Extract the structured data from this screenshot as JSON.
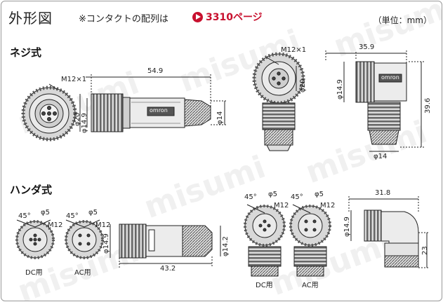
{
  "header": {
    "title": "外形図",
    "note": "※コンタクトの配列は",
    "link_text": "3310ページ",
    "unit": "（単位：mm）"
  },
  "sections": {
    "screw": "ネジ式",
    "solder": "ハンダ式"
  },
  "screw_straight": {
    "thread": "M12×1",
    "length": "54.9",
    "dia_outer": "φ20",
    "dia_body": "φ14.9",
    "dia_tail": "φ14",
    "label": "omron"
  },
  "screw_angle": {
    "thread": "M12×1",
    "width": "35.9",
    "dia_outer": "φ20",
    "dia_body": "φ14.9",
    "height": "39.6",
    "dia_tail": "φ14",
    "label": "omron"
  },
  "solder_face_dc": {
    "angle": "45°",
    "dia": "φ5",
    "thread": "M12",
    "caption": "DC用"
  },
  "solder_face_ac": {
    "angle": "45°",
    "dia": "φ5",
    "thread": "M12",
    "caption": "AC用"
  },
  "solder_straight": {
    "dia_body": "φ14.9",
    "dia_tail": "φ14.2",
    "length": "43.2"
  },
  "solder_angle_face_dc": {
    "angle": "45°",
    "dia": "φ5",
    "thread": "M12",
    "caption": "DC用"
  },
  "solder_angle_face_ac": {
    "angle": "45°",
    "dia": "φ5",
    "thread": "M12",
    "caption": "AC用"
  },
  "solder_angle": {
    "dia_body": "φ14.9",
    "width": "31.8",
    "height": "23"
  },
  "watermark": "misumi",
  "colors": {
    "accent": "#c8102e",
    "line": "#222222",
    "body": "#e9e9e9",
    "dark": "#555555"
  }
}
